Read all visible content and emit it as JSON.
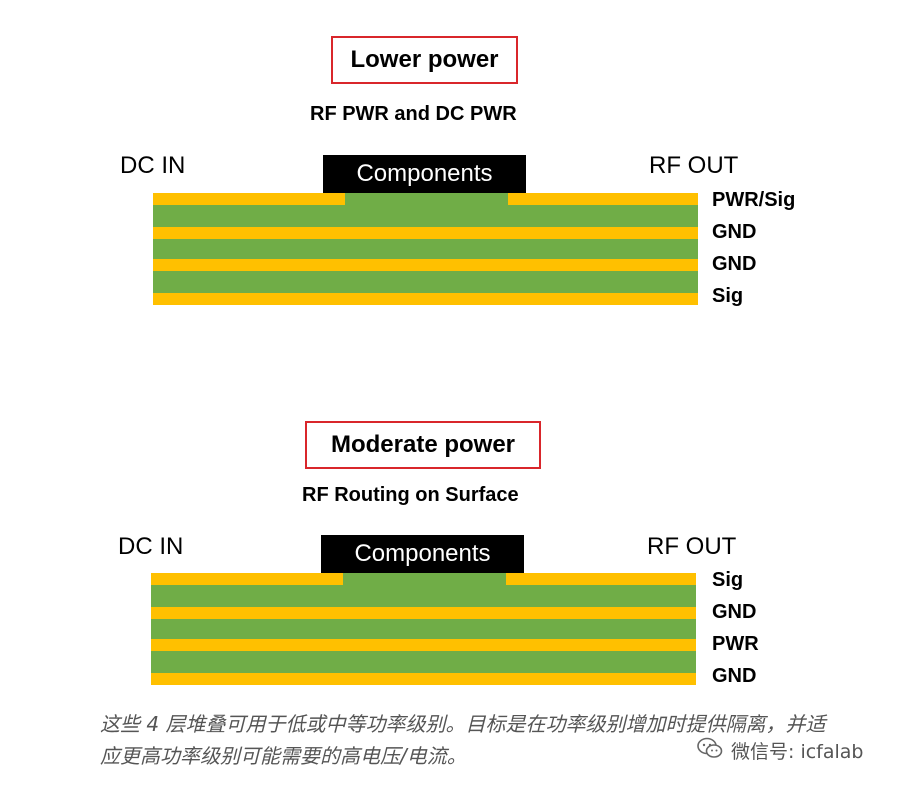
{
  "colors": {
    "copper": "#ffc000",
    "dielectric": "#70ad47",
    "title_border": "#d9262b",
    "component_fill": "#000000"
  },
  "stackups": [
    {
      "title": "Lower power",
      "subtitle": "RF PWR and DC PWR",
      "left_label": "DC IN",
      "right_label": "RF OUT",
      "component_label": "Components",
      "layers": [
        "PWR/Sig",
        "GND",
        "GND",
        "Sig"
      ]
    },
    {
      "title": "Moderate power",
      "subtitle": "RF Routing on Surface",
      "left_label": "DC IN",
      "right_label": "RF OUT",
      "component_label": "Components",
      "layers": [
        "Sig",
        "GND",
        "PWR",
        "GND"
      ]
    }
  ],
  "caption": "这些 4 层堆叠可用于低或中等功率级别。目标是在功率级别增加时提供隔离，并适应更高功率级别可能需要的高电压/电流。",
  "watermark": {
    "icon": "wechat-icon",
    "text": "微信号: icfalab"
  }
}
